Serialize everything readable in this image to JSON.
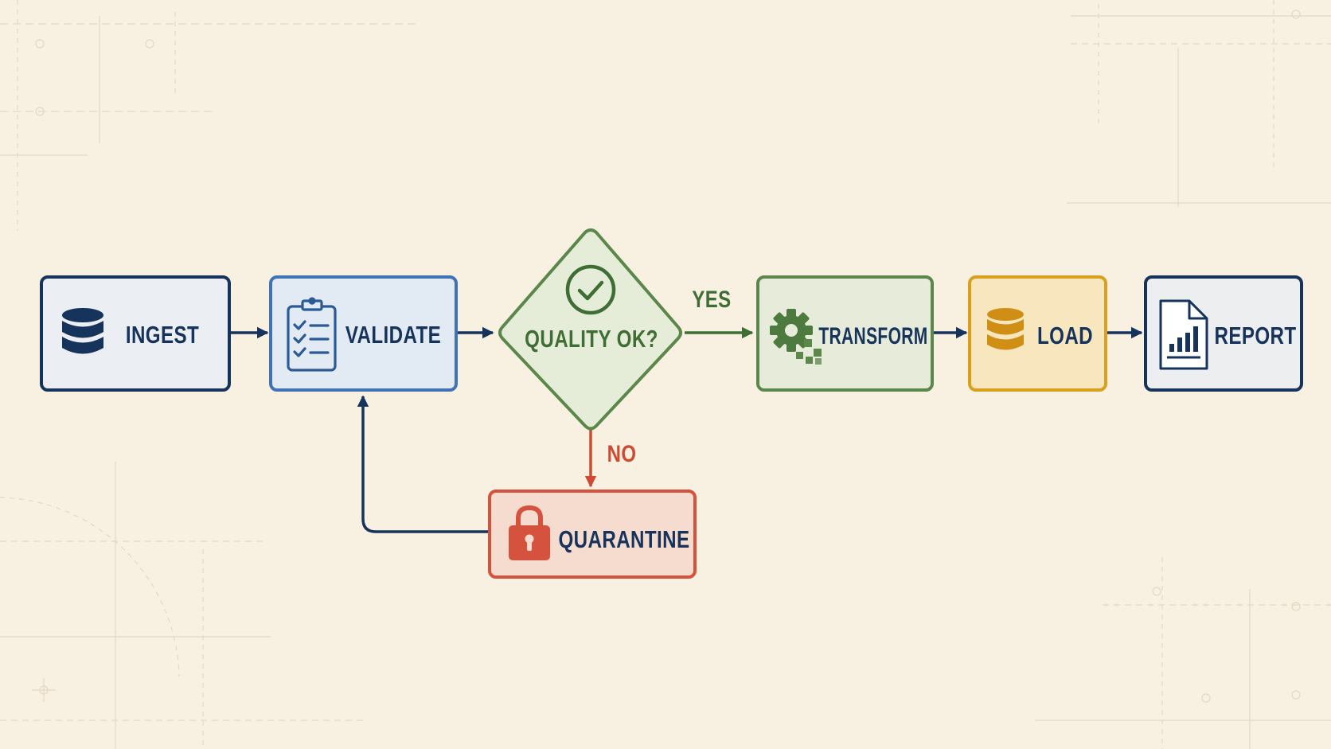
{
  "diagram": {
    "nodes": {
      "ingest": {
        "label": "INGEST",
        "icon": "database-icon",
        "stroke": "#16335c",
        "fill": "#ebeef2"
      },
      "validate": {
        "label": "VALIDATE",
        "icon": "clipboard-checklist-icon",
        "stroke": "#3f73b3",
        "fill": "#e2eaf3"
      },
      "quality": {
        "label": "QUALITY OK?",
        "icon": "check-circle-icon",
        "stroke": "#5b874a",
        "fill": "#e5ecd7"
      },
      "transform": {
        "label": "TRANSFORM",
        "icon": "gear-icon",
        "stroke": "#5b874a",
        "fill": "#e6ecd9"
      },
      "load": {
        "label": "LOAD",
        "icon": "database-icon",
        "stroke": "#d9a01e",
        "fill": "#f8e6bf"
      },
      "report": {
        "label": "REPORT",
        "icon": "report-chart-icon",
        "stroke": "#16335c",
        "fill": "#edeef0"
      },
      "quarantine": {
        "label": "QUARANTINE",
        "icon": "lock-icon",
        "stroke": "#d5533e",
        "fill": "#f6dccf"
      }
    },
    "branches": {
      "yes": {
        "label": "YES",
        "color": "#3f6e35"
      },
      "no": {
        "label": "NO",
        "color": "#cf4a33"
      }
    },
    "colors": {
      "arrow": "#16335c",
      "text_dark": "#16335c",
      "text_green": "#3f6e35",
      "background": "#f8f0e1"
    }
  }
}
